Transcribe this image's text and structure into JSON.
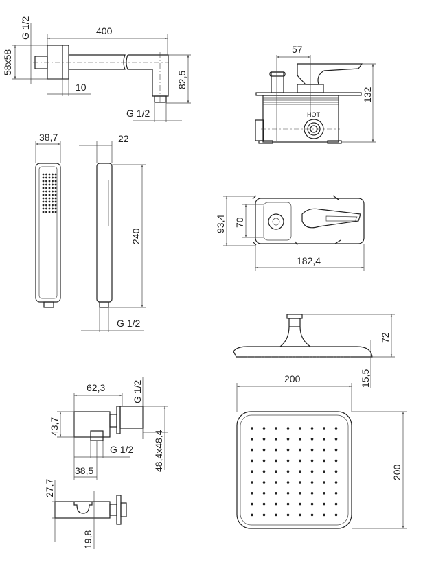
{
  "shower_arm": {
    "thread": "G 1/2",
    "length": "400",
    "flange": "58x58",
    "flange_depth": "10",
    "drop": "82,5",
    "outlet_thread": "G 1/2"
  },
  "hand_shower": {
    "width": "38,7",
    "depth": "22",
    "length": "240",
    "thread": "G 1/2"
  },
  "mixer_side": {
    "handle_offset": "57",
    "height": "132",
    "hot_label": "HOT"
  },
  "mixer_front": {
    "plate_height": "93,4",
    "inner_height": "70",
    "plate_width": "182,4"
  },
  "head_side": {
    "height": "72",
    "thickness": "15,5"
  },
  "head_top": {
    "width": "200",
    "depth": "200"
  },
  "wall_elbow": {
    "length": "62,3",
    "thread_top": "G 1/2",
    "height": "43,7",
    "thread_bottom": "G 1/2",
    "outlet_offset": "38,5",
    "flange": "48,4x48,4"
  },
  "holder": {
    "upper": "27,7",
    "lower": "19,8"
  }
}
